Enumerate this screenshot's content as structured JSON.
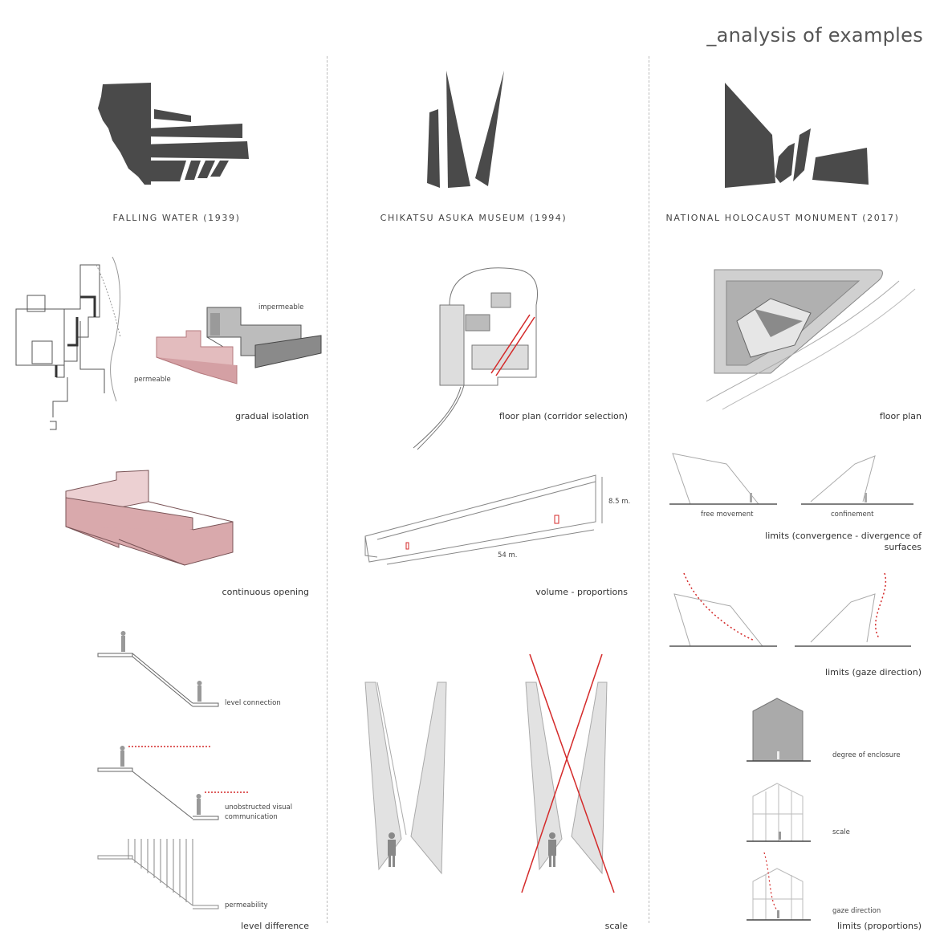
{
  "page": {
    "title": "_analysis of examples"
  },
  "columns": [
    {
      "name": "FALLING WATER (1939)"
    },
    {
      "name": "CHIKATSU ASUKA MUSEUM (1994)"
    },
    {
      "name": "NATIONAL HOLOCAUST MONUMENT (2017)"
    }
  ],
  "falling_water": {
    "labels": {
      "impermeable": "impermeable",
      "permeable": "permeable"
    },
    "captions": {
      "gradual_isolation": "gradual isolation",
      "continuous_opening": "continuous opening",
      "level_connection": "level connection",
      "unobstructed": "unobstructed visual communication",
      "permeability": "permeability",
      "level_difference": "level difference"
    }
  },
  "chikatsu": {
    "captions": {
      "floor_plan": "floor plan (corridor selection)",
      "volume": "volume - proportions",
      "scale": "scale"
    },
    "dimensions": {
      "height": "8.5 m.",
      "length": "54 m."
    }
  },
  "holocaust": {
    "captions": {
      "floor_plan": "floor plan",
      "free_movement": "free movement",
      "confinement": "confinement",
      "limits_convergence": "limits (convergence - divergence of surfaces",
      "limits_gaze": "limits (gaze direction)",
      "degree_enclosure": "degree of enclosure",
      "scale": "scale",
      "gaze_direction": "gaze direction",
      "limits_proportions": "limits (proportions)"
    }
  },
  "colors": {
    "dark": "#4a4a4a",
    "pink": "#d9a9ac",
    "red": "#d42a2a",
    "grey": "#bdbdbd"
  }
}
